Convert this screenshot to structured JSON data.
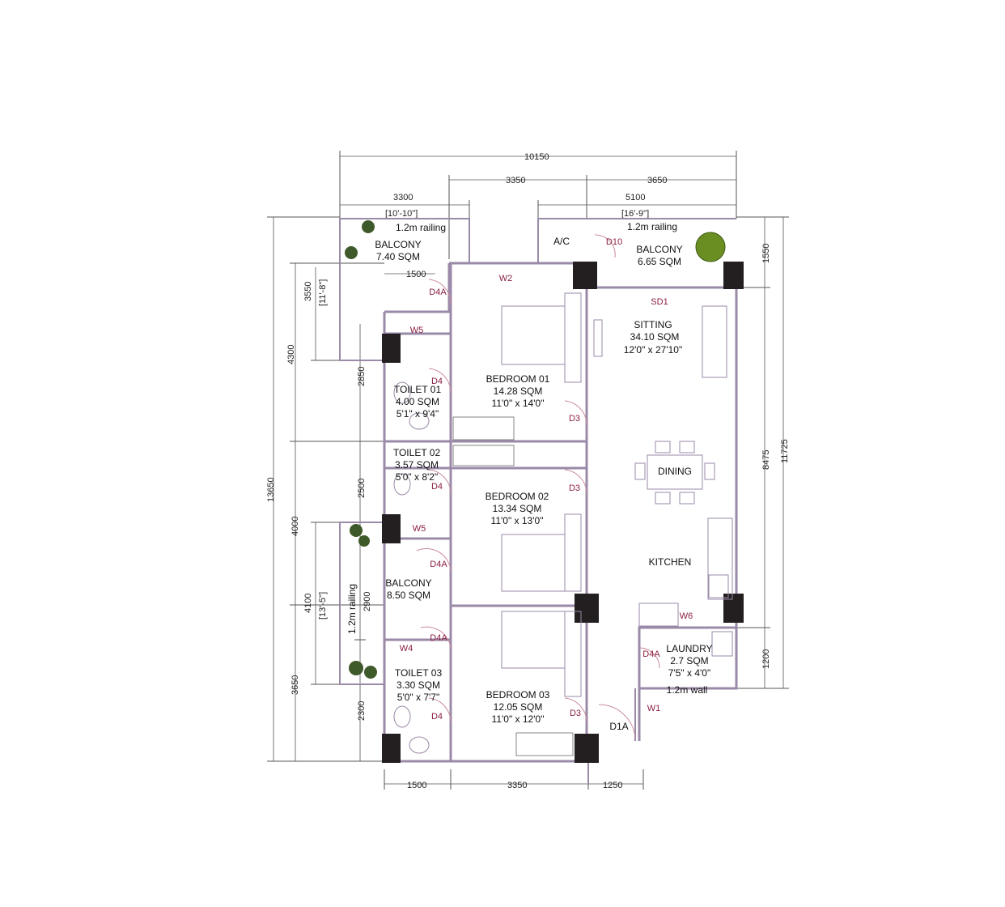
{
  "dimensions": {
    "top_overall": "10150",
    "top_mid_left": "3350",
    "top_mid_right": "3650",
    "top_left_balcony": "3300",
    "top_left_balcony_ft": "[10'-10\"]",
    "top_right_balcony": "5100",
    "top_right_balcony_ft": "[16'-9\"]",
    "left_overall": "13650",
    "left_4300": "4300",
    "left_4000": "4000",
    "left_3650": "3650",
    "left_3550": "3550",
    "left_3550_ft": "[11'-8\"]",
    "left_4100": "4100",
    "left_4100_ft": "[13'-5\"]",
    "inner_2850": "2850",
    "inner_2500": "2500",
    "inner_2900": "2900",
    "inner_2300": "2300",
    "right_overall": "11725",
    "right_8475": "8475",
    "right_1550": "1550",
    "right_1200": "1200",
    "bottom_1500": "1500",
    "bottom_3350": "3350",
    "bottom_1250": "1250",
    "balcony_1500": "1500"
  },
  "rooms": {
    "balcony_top_left": {
      "name": "BALCONY",
      "area": "7.40 SQM",
      "railing": "1.2m railing"
    },
    "balcony_top_right": {
      "name": "BALCONY",
      "area": "6.65 SQM",
      "railing": "1.2m railing"
    },
    "ac": "A/C",
    "sitting": {
      "name": "SITTING",
      "area": "34.10 SQM",
      "size": "12'0\" x 27'10\""
    },
    "dining": "DINING",
    "kitchen": "KITCHEN",
    "bedroom_01": {
      "name": "BEDROOM 01",
      "area": "14.28 SQM",
      "size": "11'0\" x 14'0\""
    },
    "bedroom_02": {
      "name": "BEDROOM 02",
      "area": "13.34 SQM",
      "size": "11'0\" x 13'0\""
    },
    "bedroom_03": {
      "name": "BEDROOM 03",
      "area": "12.05 SQM",
      "size": "11'0\" x 12'0\""
    },
    "toilet_01": {
      "name": "TOILET 01",
      "area": "4.00 SQM",
      "size": "5'1\" x 9'4\""
    },
    "toilet_02": {
      "name": "TOILET 02",
      "area": "3.57 SQM",
      "size": "5'0\" x 8'2\""
    },
    "toilet_03": {
      "name": "TOILET 03",
      "area": "3.30 SQM",
      "size": "5'0\" x 7'7\""
    },
    "balcony_mid": {
      "name": "BALCONY",
      "area": "8.50 SQM",
      "railing": "1.2m railing"
    },
    "laundry": {
      "name": "LAUNDRY",
      "area": "2.7 SQM",
      "size": "7'5\" x 4'0\"",
      "wall": "1.2m wall"
    }
  },
  "tags": {
    "d10": "D10",
    "w2": "W2",
    "sd1": "SD1",
    "d4a_1": "D4A",
    "w5_1": "W5",
    "d4_1": "D4",
    "d3_1": "D3",
    "d4_2": "D4",
    "d3_2": "D3",
    "w5_2": "W5",
    "d4a_2": "D4A",
    "d4a_3": "D4A",
    "w4": "W4",
    "d4_3": "D4",
    "d3_3": "D3",
    "w6": "W6",
    "d4a_4": "D4A",
    "w1": "W1",
    "d1a": "D1A"
  }
}
